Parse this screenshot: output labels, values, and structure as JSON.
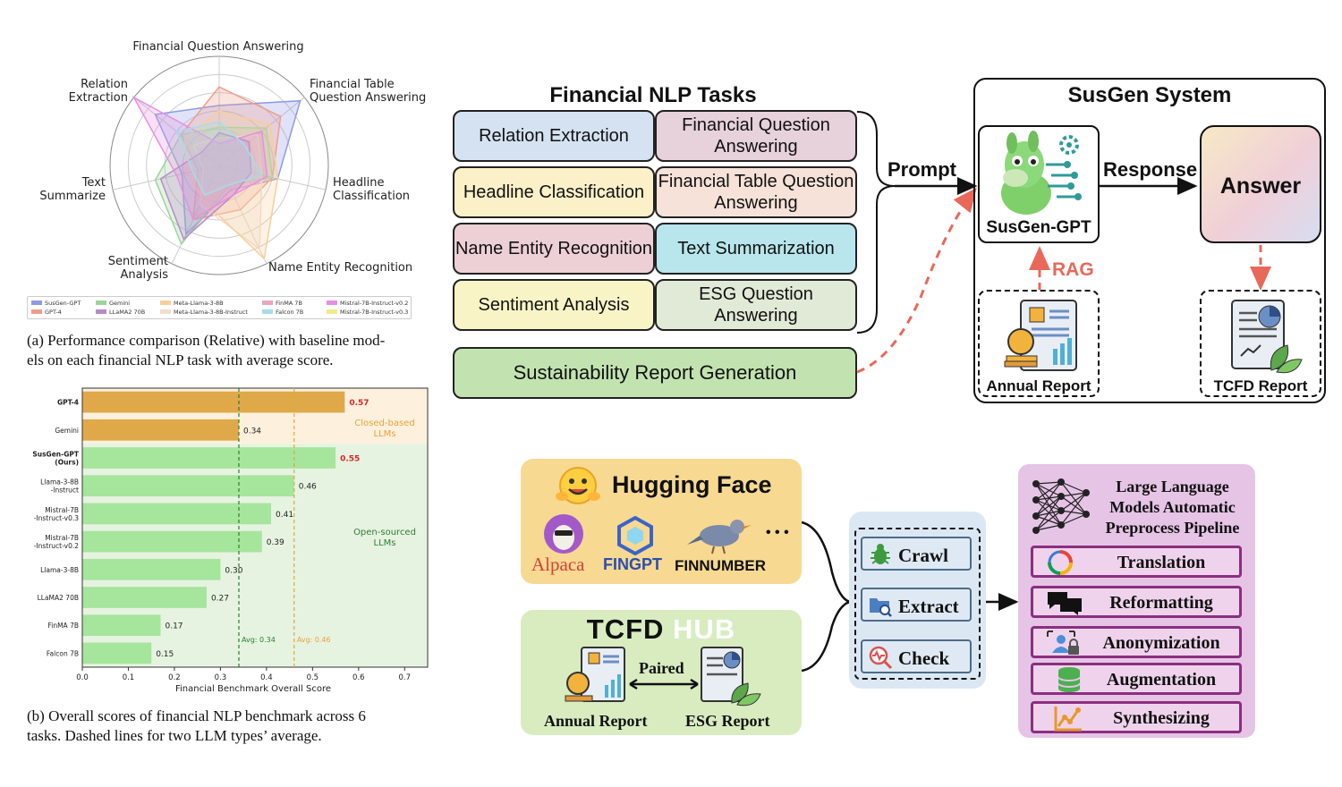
{
  "radar": {
    "axes": [
      "Financial Question Answering",
      "Financial Table Question Answering",
      "Headline Classification",
      "Name Entity Recognition",
      "Sentiment Analysis",
      "Text Summarize",
      "Relation Extraction"
    ],
    "axis_labels": {
      "fqa": "Financial Question Answering",
      "ftqa_1": "Financial Table",
      "ftqa_2": "Question Answering",
      "hc_1": "Headline",
      "hc_2": "Classification",
      "ner": "Name Entity Recognition",
      "sa_1": "Sentiment",
      "sa_2": "Analysis",
      "ts_1": "Text",
      "ts_2": "Summarize",
      "re_1": "Relation",
      "re_2": "Extraction"
    },
    "legend": [
      {
        "name": "SusGen-GPT",
        "color": "#8f9ae6"
      },
      {
        "name": "GPT-4",
        "color": "#f29c8c"
      },
      {
        "name": "Gemini",
        "color": "#9bd39b"
      },
      {
        "name": "LLaMA2 70B",
        "color": "#b98acb"
      },
      {
        "name": "Meta-Llama-3-8B",
        "color": "#f7cf9a"
      },
      {
        "name": "Meta-Llama-3-8B-Instruct",
        "color": "#f2ddd0"
      },
      {
        "name": "FinMA 7B",
        "color": "#e8a7c0"
      },
      {
        "name": "Falcon 7B",
        "color": "#a7dde8"
      },
      {
        "name": "Mistral-7B-Instruct-v0.2",
        "color": "#e68fe0"
      },
      {
        "name": "Mistral-7B-Instruct-v0.3",
        "color": "#f2ea8a"
      }
    ],
    "caption": "(a) Performance comparison (Relative) with baseline models on each financial NLP task with average score.",
    "caption_1": "(a) Performance comparison (Relative) with baseline mod-",
    "caption_2": "els on each financial NLP task with average score."
  },
  "chart_data": {
    "type": "bar",
    "orientation": "horizontal",
    "categories": [
      "GPT-4",
      "Gemini",
      "SusGen-GPT (Ours)",
      "Llama-3-8B -Instruct",
      "Mistral-7B -Instruct-v0.3",
      "Mistral-7B -Instruct-v0.2",
      "Llama-3-8B",
      "LLaMA2 70B",
      "FinMA 7B",
      "Falcon 7B"
    ],
    "values": [
      0.57,
      0.34,
      0.55,
      0.46,
      0.41,
      0.39,
      0.3,
      0.27,
      0.17,
      0.15
    ],
    "value_labels": [
      "0.57",
      "0.34",
      "0.55",
      "0.46",
      "0.41",
      "0.39",
      "0.30",
      "0.27",
      "0.17",
      "0.15"
    ],
    "groups": [
      {
        "label_1": "Closed-based",
        "label_2": "LLMs",
        "color": "#dfa94a",
        "avg": 0.46,
        "avg_label": "Avg: 0.46",
        "avg_color": "#e8a33a"
      },
      {
        "label_1": "Open-sourced",
        "label_2": "LLMs",
        "color": "#a6e59c",
        "avg": 0.34,
        "avg_label": "Avg: 0.34",
        "avg_color": "#2e7d32"
      }
    ],
    "xlabel": "Financial Benchmark Overall Score",
    "ylabel": "",
    "xlim": [
      0,
      0.75
    ],
    "xticks": [
      "0.0",
      "0.1",
      "0.2",
      "0.3",
      "0.4",
      "0.5",
      "0.6",
      "0.7"
    ],
    "highlight_color": "#d62728"
  },
  "bar_caption_1": "(b) Overall scores of financial NLP benchmark across 6",
  "bar_caption_2": "tasks. Dashed lines for two LLM types’ average.",
  "tasks": {
    "title": "Financial NLP Tasks",
    "items": [
      {
        "label": "Relation Extraction",
        "color": "#d5e2f2"
      },
      {
        "label": "Financial Question Answering",
        "color": "#e7d2dc"
      },
      {
        "label": "Headline Classification",
        "color": "#fbf0c8"
      },
      {
        "label": "Financial Table Question Answering",
        "color": "#f6e2d8"
      },
      {
        "label": "Name Entity Recognition",
        "color": "#ecd0d6"
      },
      {
        "label": "Text Summarization",
        "color": "#b8e6ec"
      },
      {
        "label": "Sentiment Analysis",
        "color": "#f8f4c6"
      },
      {
        "label": "ESG Question Answering",
        "color": "#e1ead6"
      }
    ],
    "report_gen": "Sustainability Report Generation",
    "prompt": "Prompt"
  },
  "susgen": {
    "title": "SusGen System",
    "model": "SusGen-GPT",
    "response": "Response",
    "answer": "Answer",
    "rag": "RAG",
    "annual_report": "Annual Report",
    "tcfd_report": "TCFD Report"
  },
  "sources": {
    "hf_title": "Hugging Face",
    "alpaca": "Alpaca",
    "fingpt": "FINGPT",
    "finnumber": "FINNUMBER",
    "ellipsis": "• • •",
    "tcfd": "TCFD",
    "hub": "HUB",
    "paired": "Paired",
    "annual_report": "Annual Report",
    "esg_report": "ESG Report"
  },
  "tools": {
    "crawl": "Crawl",
    "extract": "Extract",
    "check": "Check"
  },
  "pipeline": {
    "title_1": "Large Language",
    "title_2": "Models Automatic",
    "title_3": "Preprocess Pipeline",
    "steps": [
      "Translation",
      "Reformatting",
      "Anonymization",
      "Augmentation",
      "Synthesizing"
    ]
  }
}
